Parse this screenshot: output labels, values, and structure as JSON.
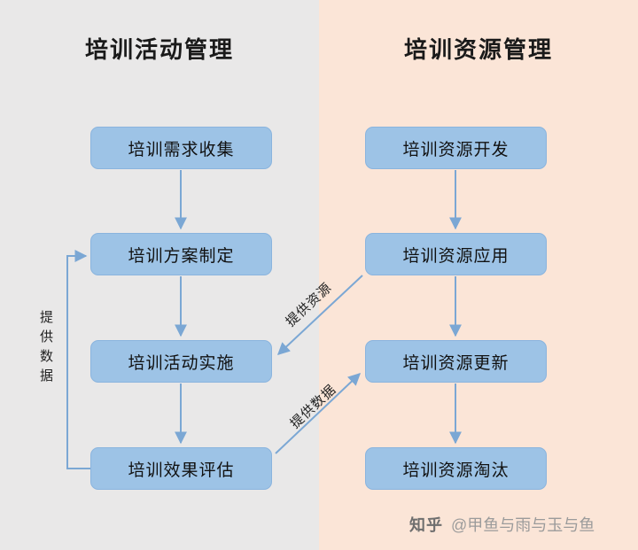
{
  "panels": {
    "left": {
      "title": "培训活动管理",
      "nodes": [
        "培训需求收集",
        "培训方案制定",
        "培训活动实施",
        "培训效果评估"
      ]
    },
    "right": {
      "title": "培训资源管理",
      "nodes": [
        "培训资源开发",
        "培训资源应用",
        "培训资源更新",
        "培训资源淘汰"
      ]
    }
  },
  "edges": {
    "provide_resources_label": "提供资源",
    "provide_data_diagonal_label": "提供数据",
    "provide_data_feedback_label": "提供数据"
  },
  "colors": {
    "left_bg": "#e9e8e8",
    "right_bg": "#fbe5d7",
    "node_fill": "#9dc3e6",
    "node_border": "#8ab4de",
    "arrow": "#7ba7d4"
  },
  "watermark": {
    "logo": "知乎",
    "handle": "@甲鱼与雨与玉与鱼"
  }
}
